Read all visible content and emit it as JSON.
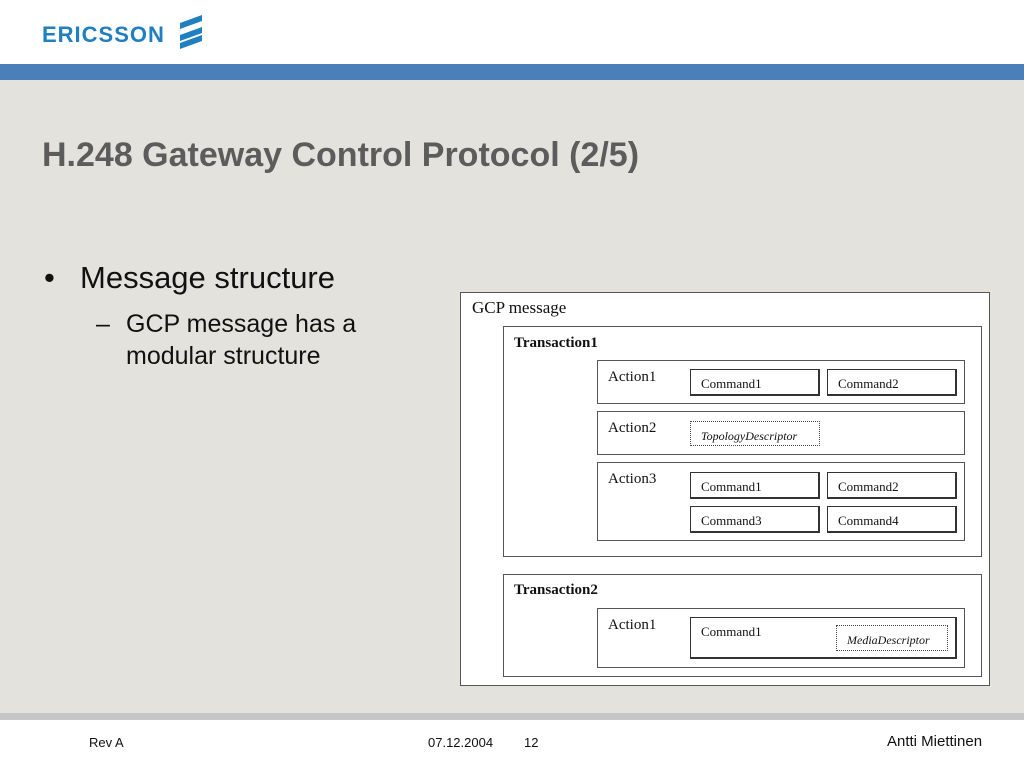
{
  "header": {
    "logo_text": "ERICSSON",
    "colors": {
      "brand": "#1f7fc0",
      "bar": "#4a7fba",
      "background": "#e4e2dc"
    }
  },
  "slide": {
    "title": "H.248 Gateway Control Protocol (2/5)",
    "bullet": "Message structure",
    "bullet_marker": "•",
    "sub_marker": "–",
    "sub_bullet": "GCP message has a modular structure"
  },
  "diagram": {
    "message_label": "GCP message",
    "transactions": [
      {
        "label": "Transaction1",
        "actions": [
          {
            "label": "Action1",
            "commands": [
              "Command1",
              "Command2"
            ]
          },
          {
            "label": "Action2",
            "descriptor": "TopologyDescriptor"
          },
          {
            "label": "Action3",
            "commands": [
              "Command1",
              "Command2",
              "Command3",
              "Command4"
            ]
          }
        ]
      },
      {
        "label": "Transaction2",
        "actions": [
          {
            "label": "Action1",
            "commands": [
              "Command1"
            ],
            "descriptor": "MediaDescriptor"
          }
        ]
      }
    ]
  },
  "footer": {
    "revision": "Rev A",
    "date": "07.12.2004",
    "page_number": "12",
    "author": "Antti Miettinen"
  }
}
